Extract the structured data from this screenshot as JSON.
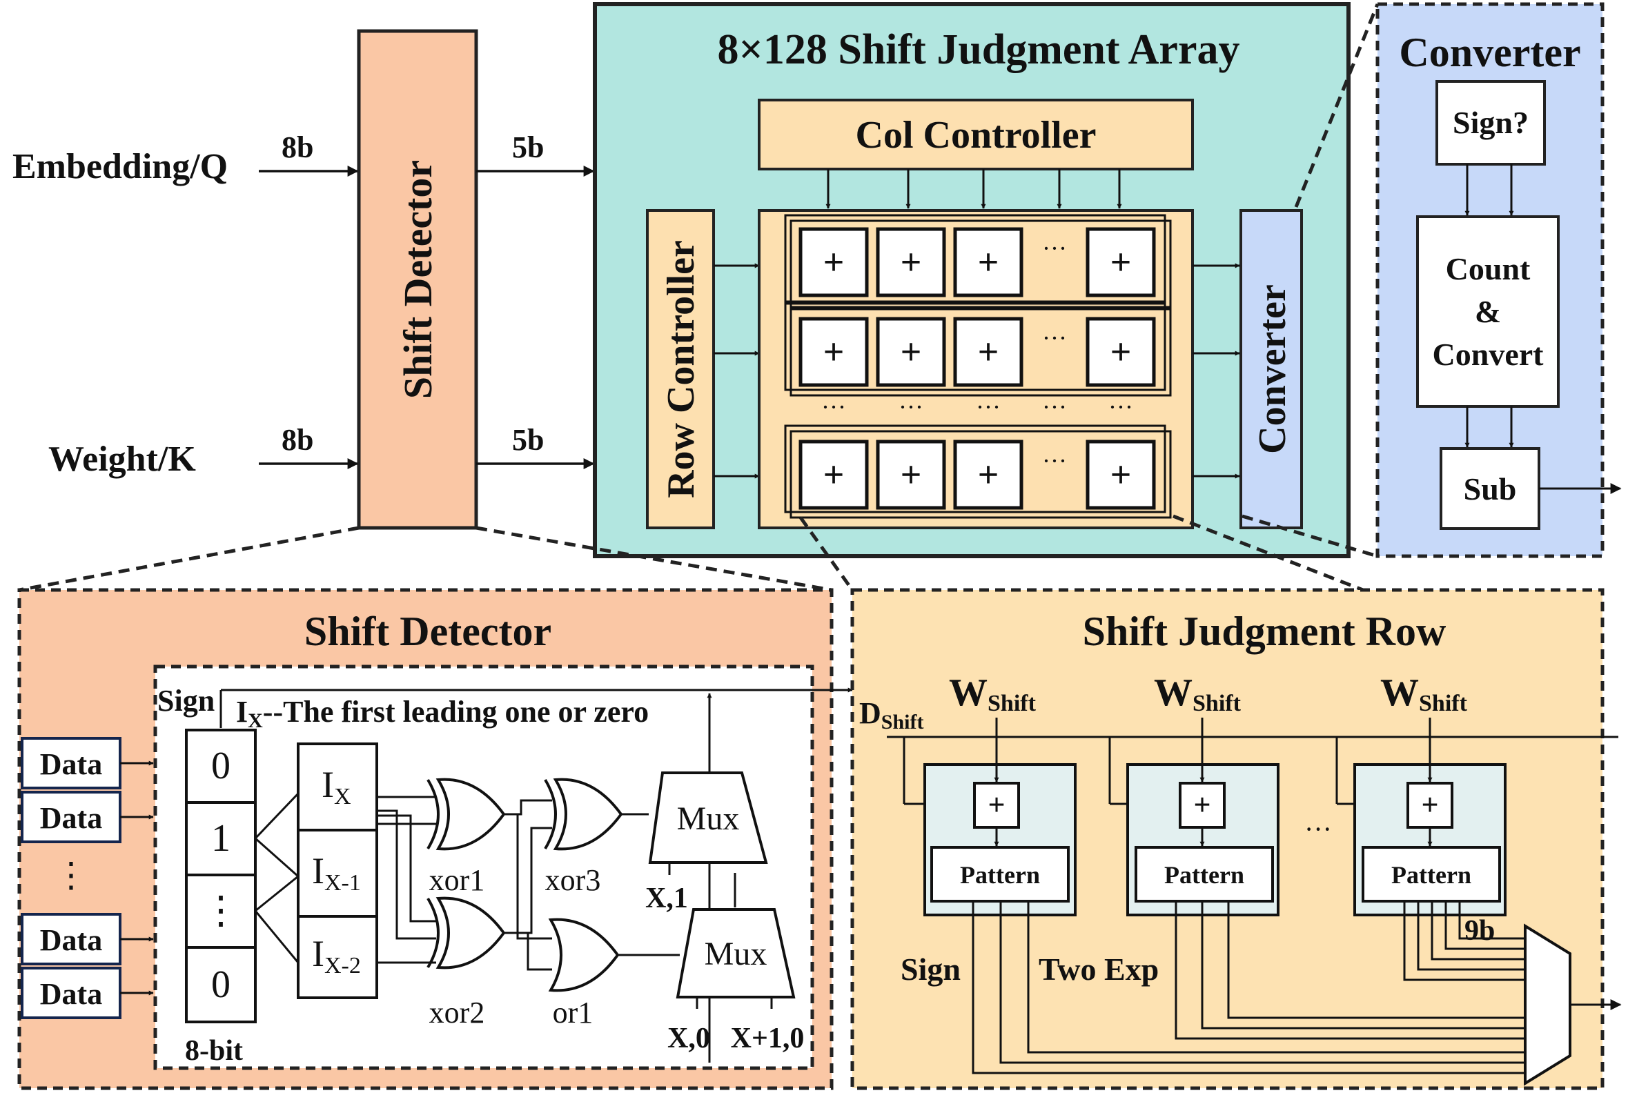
{
  "inputs": {
    "embedding": "Embedding/Q",
    "weight": "Weight/K",
    "in_bits": "8b",
    "out_bits": "5b"
  },
  "shift_detector_block": "Shift Detector",
  "array": {
    "title": "8×128 Shift Judgment Array",
    "col_controller": "Col Controller",
    "row_controller": "Row Controller",
    "converter": "Converter",
    "pe_symbol": "+",
    "ellipsis_h": "···",
    "ellipsis_v": "···"
  },
  "converter_detail": {
    "title": "Converter",
    "sign": "Sign?",
    "count_lines": [
      "Count",
      "&",
      "Convert"
    ],
    "sub": "Sub"
  },
  "shift_detector_detail": {
    "title": "Shift Detector",
    "data_label": "Data",
    "sign_label": "Sign",
    "ix_note": "I",
    "ix_sub": "X",
    "ix_note_rest": "--The first leading one or zero",
    "bits": [
      "0",
      "1",
      "⋮",
      "0"
    ],
    "bit_width": "8-bit",
    "i_base": "I",
    "i_subs": [
      "X",
      "X-1",
      "X-2"
    ],
    "gates": [
      "xor1",
      "xor2",
      "xor3",
      "or1"
    ],
    "mux": "Mux",
    "mux1_in": "X,1",
    "mux2_in_a": "X,0",
    "mux2_in_b": "X+1,0",
    "vdots": "⋮"
  },
  "shift_judgment_row": {
    "title": "Shift Judgment Row",
    "d_base": "D",
    "d_sub": "Shift",
    "w_base": "W",
    "w_sub": "Shift",
    "adder": "+",
    "pattern": "Pattern",
    "ellipsis": "···",
    "sign": "Sign",
    "two_exp": "Two Exp",
    "bits": "9b"
  },
  "colors": {
    "array_bg": "#b2e6e0",
    "cell_bg": "#fde0b0",
    "shift_bg": "#fac7a5",
    "converter_bg": "#c7d9f9",
    "row_detail_bg": "#fde2b2",
    "pattern_bg": "#e3f0f0"
  }
}
